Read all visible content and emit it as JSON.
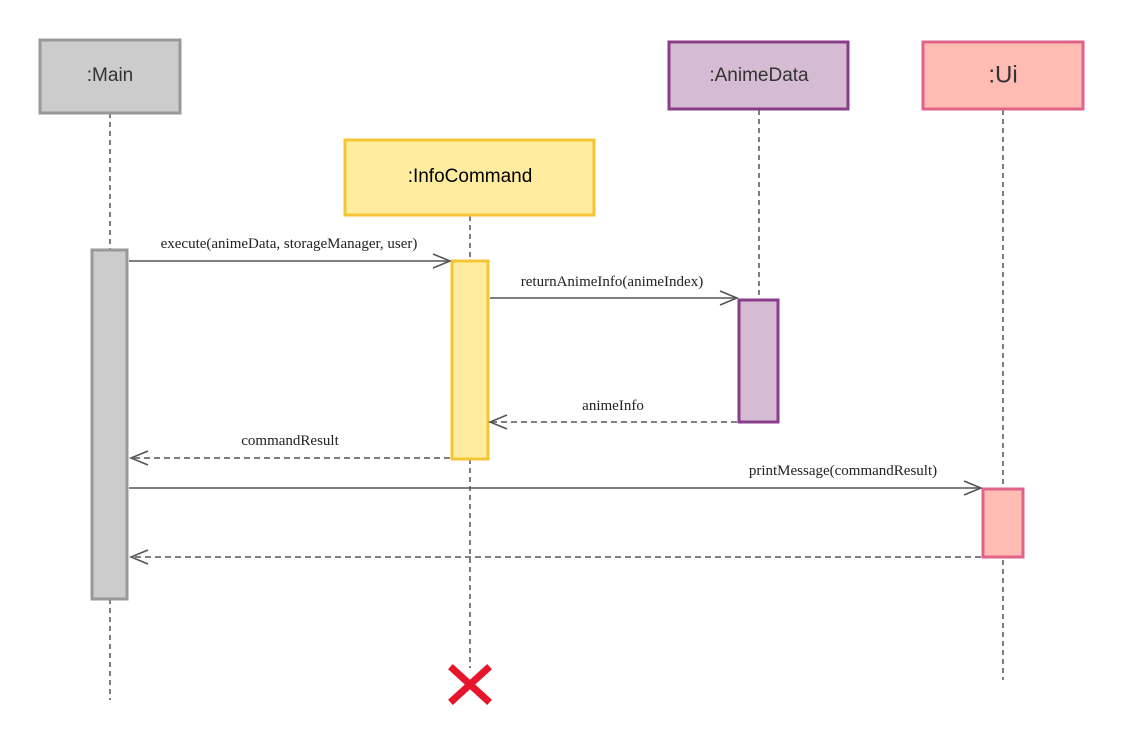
{
  "participants": [
    {
      "id": "main",
      "label": ":Main",
      "fill": "#cccccc",
      "stroke": "#999999"
    },
    {
      "id": "infocommand",
      "label": ":InfoCommand",
      "fill": "#ffec9f",
      "stroke": "#f4c534"
    },
    {
      "id": "animedata",
      "label": ":AnimeData",
      "fill": "#d6bcd3",
      "stroke": "#8a3d8a"
    },
    {
      "id": "ui",
      "label": ":Ui",
      "fill": "#ffbcb3",
      "stroke": "#e0648a"
    }
  ],
  "messages": [
    {
      "id": "execute",
      "label": "execute(animeData, storageManager, user)",
      "from": "main",
      "to": "infocommand",
      "kind": "call"
    },
    {
      "id": "returnAnimeInfo",
      "label": "returnAnimeInfo(animeIndex)",
      "from": "infocommand",
      "to": "animedata",
      "kind": "call"
    },
    {
      "id": "animeInfo",
      "label": "animeInfo",
      "from": "animedata",
      "to": "infocommand",
      "kind": "return"
    },
    {
      "id": "commandResult",
      "label": "commandResult",
      "from": "infocommand",
      "to": "main",
      "kind": "return"
    },
    {
      "id": "printMessage",
      "label": "printMessage(commandResult)",
      "from": "main",
      "to": "ui",
      "kind": "call"
    },
    {
      "id": "uiReturn",
      "label": "",
      "from": "ui",
      "to": "main",
      "kind": "return"
    }
  ],
  "destroy": {
    "participant": "infocommand",
    "color": "#e5162b"
  },
  "colors": {
    "line": "#555555"
  }
}
